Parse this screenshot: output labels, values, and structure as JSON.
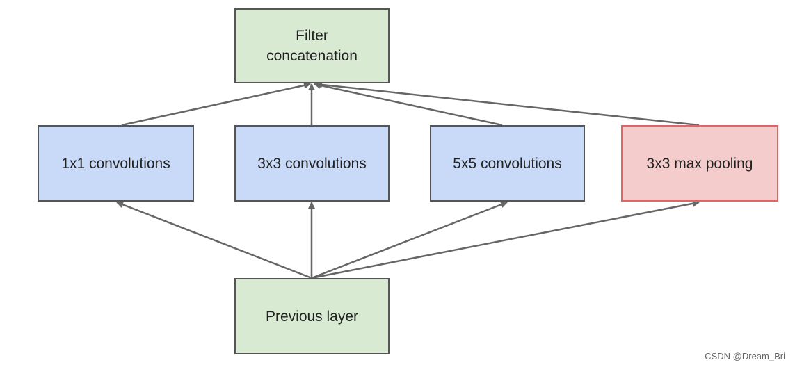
{
  "diagram": {
    "nodes": {
      "filter_concatenation": {
        "label": "Filter\nconcatenation"
      },
      "conv_1x1": {
        "label": "1x1 convolutions"
      },
      "conv_3x3": {
        "label": "3x3 convolutions"
      },
      "conv_5x5": {
        "label": "5x5 convolutions"
      },
      "max_pool_3x3": {
        "label": "3x3 max pooling"
      },
      "previous_layer": {
        "label": "Previous layer"
      }
    },
    "edges": [
      {
        "from": "previous_layer",
        "to": "conv_1x1"
      },
      {
        "from": "previous_layer",
        "to": "conv_3x3"
      },
      {
        "from": "previous_layer",
        "to": "conv_5x5"
      },
      {
        "from": "previous_layer",
        "to": "max_pool_3x3"
      },
      {
        "from": "conv_1x1",
        "to": "filter_concatenation"
      },
      {
        "from": "conv_3x3",
        "to": "filter_concatenation"
      },
      {
        "from": "conv_5x5",
        "to": "filter_concatenation"
      },
      {
        "from": "max_pool_3x3",
        "to": "filter_concatenation"
      }
    ],
    "colors": {
      "green_fill": "#d9ead3",
      "blue_fill": "#c9daf8",
      "red_fill": "#f4cccc",
      "red_border": "#e06666",
      "border": "#555555",
      "arrow": "#666666"
    }
  },
  "watermark": "CSDN @Dream_Bri"
}
